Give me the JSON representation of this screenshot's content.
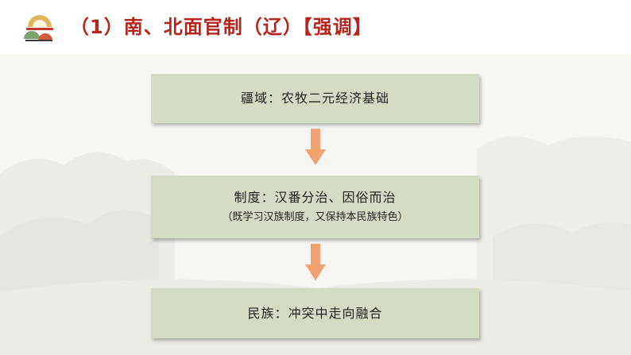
{
  "header": {
    "title": "（1）南、北面官制（辽）【强调】",
    "title_color": "#b5251d",
    "logo_icon": "folding-fan-icon"
  },
  "flow": {
    "box1": {
      "text": "疆域：农牧二元经济基础"
    },
    "box2": {
      "text": "制度：汉番分治、因俗而治",
      "subtext": "（既学习汉族制度，又保持本民族特色）"
    },
    "box3": {
      "text": "民族：冲突中走向融合"
    },
    "box_color": "#d4dcc6",
    "arrow_color": "#f2a170",
    "arrow_icon": "down-arrow-icon"
  }
}
